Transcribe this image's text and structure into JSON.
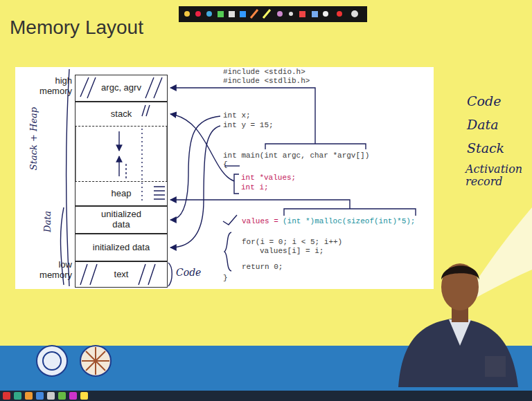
{
  "diagram": {
    "title": "Memory Layout",
    "nodes": [
      {
        "text": [
          "argc, agrv"
        ]
      },
      {
        "text": [
          "stack"
        ]
      },
      {
        "text": [
          "heap"
        ]
      },
      {
        "text": [
          "unitialized data"
        ]
      },
      {
        "text": [
          "initialized data"
        ]
      },
      {
        "text": [
          "text"
        ]
      }
    ],
    "labels": [
      "high memory",
      "low memory",
      "#include <stdio.h>",
      "#include <stdlib.h>",
      "int x;",
      "int y = 15;",
      "int main(int argc, char *argv[])",
      "{",
      "int *values;",
      "int i;",
      "values =",
      "(int *)malloc(sizeof(int)*5);",
      "for(i = 0; i < 5; i++)",
      "values[i] = i;",
      "return 0;",
      "}",
      "Stack + Heap",
      "Data",
      "Code",
      "Code",
      "Data",
      "Stack",
      "Activation record"
    ]
  }
}
